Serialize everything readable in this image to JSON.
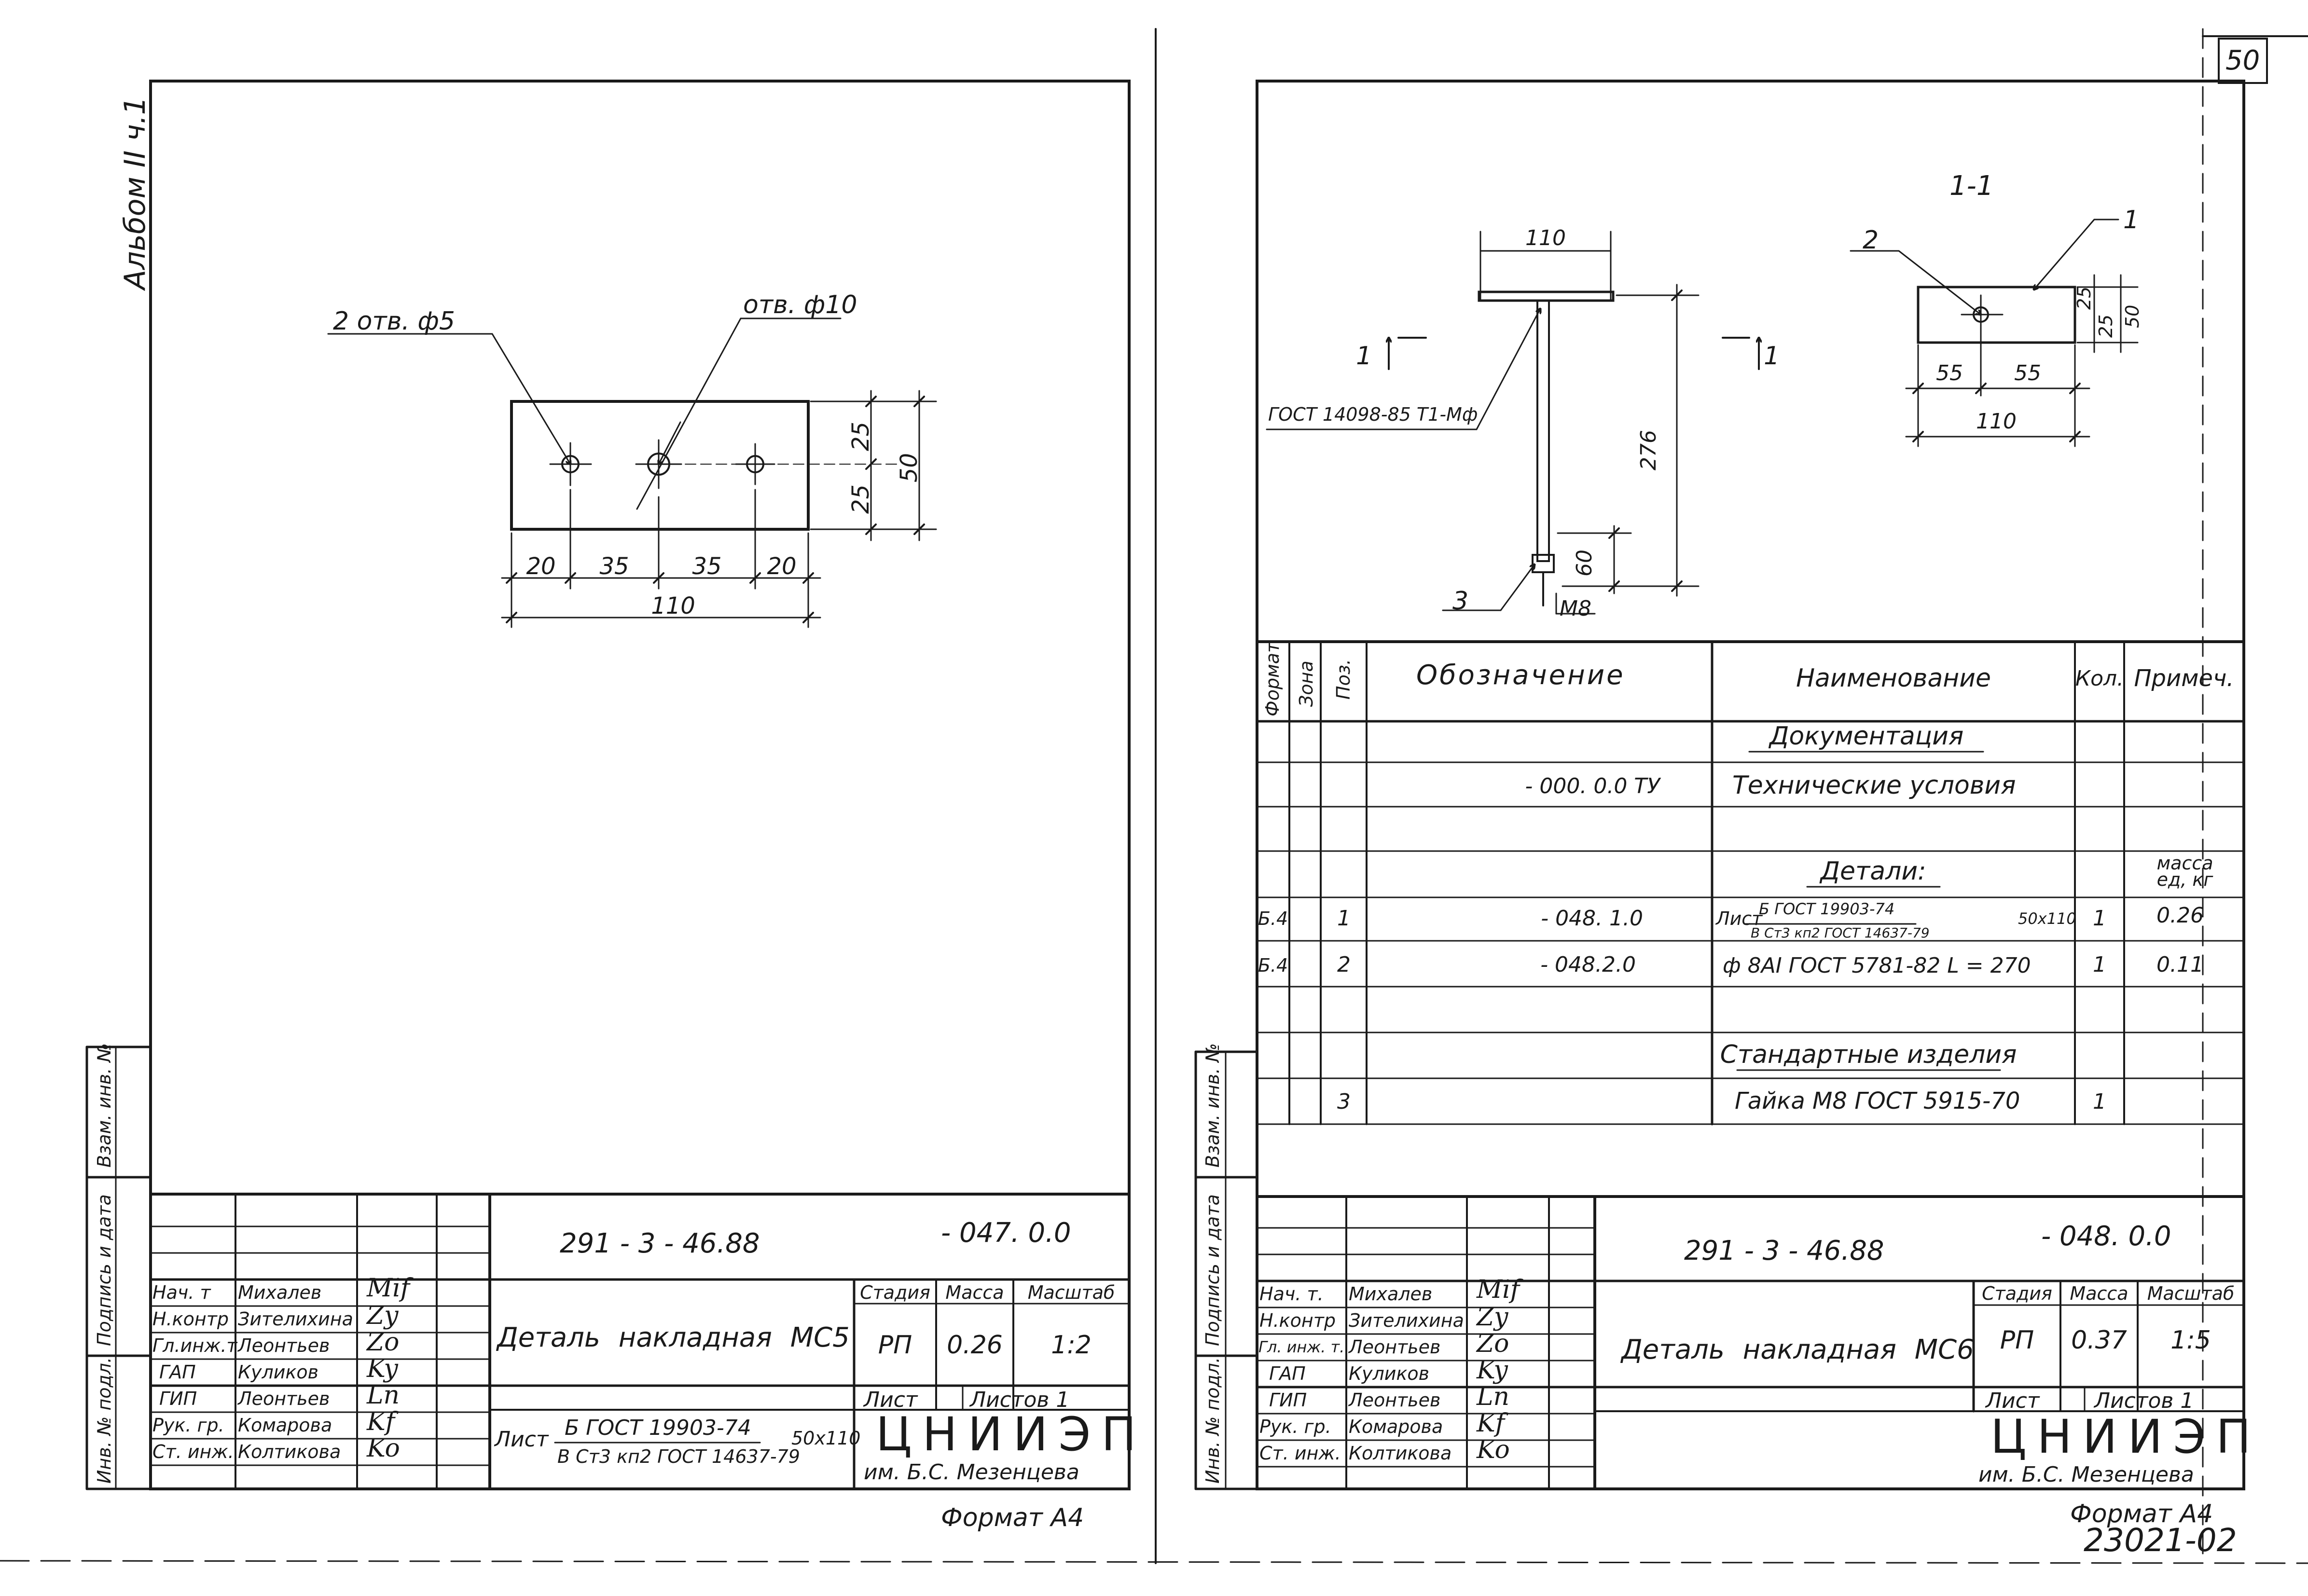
{
  "page_number": "50",
  "album_label": "Альбом II ч.1",
  "archive_number": "23021-02",
  "side_labels": {
    "left": [
      "Инв. № подл.",
      "Подпись и дата",
      "Взам. инв. №"
    ],
    "right": [
      "Инв. № подл.",
      "Подпись и дата",
      "Взам. инв. №"
    ]
  },
  "left_sheet": {
    "drawing": {
      "callout_holes": "2 отв. ф5",
      "callout_hole": "отв. ф10",
      "dims_bottom": [
        "20",
        "35",
        "35",
        "20"
      ],
      "dim_total": "110",
      "dims_right": [
        "25",
        "25"
      ],
      "dim_height": "50"
    },
    "title_block": {
      "code": "291 - 3 - 46.88",
      "suffix": "- 047. 0.0",
      "name": "Деталь накладная МС5",
      "stage_label": "Стадия",
      "mass_label": "Масса",
      "scale_label": "Масштаб",
      "stage": "РП",
      "mass": "0.26",
      "scale": "1:2",
      "sheet_label": "Лист",
      "sheets_label": "Листов 1",
      "material_prefix": "Лист",
      "material_top": "Б ГОСТ 19903-74",
      "material_bottom": "В Ст3 кп2 ГОСТ 14637-79",
      "material_size": "50х110",
      "org": "ЦНИИЭП",
      "org_sub": "им. Б.С. Мезенцева",
      "format": "Формат А4",
      "people": [
        {
          "role": "Нач. т",
          "name": "Михалев",
          "sign": "Mif"
        },
        {
          "role": "Н.контр",
          "name": "Зителихина",
          "sign": "Zy"
        },
        {
          "role": "Гл.инж.т",
          "name": "Леонтьев",
          "sign": "Zo"
        },
        {
          "role": "ГАП",
          "name": "Куликов",
          "sign": "Ky"
        },
        {
          "role": "ГИП",
          "name": "Леонтьев",
          "sign": "Ln"
        },
        {
          "role": "Рук. гр.",
          "name": "Комарова",
          "sign": "Kf"
        },
        {
          "role": "Ст. инж.",
          "name": "Колтикова",
          "sign": "Ko"
        }
      ]
    }
  },
  "right_sheet": {
    "drawing": {
      "section_title": "1-1",
      "section_mark": "1",
      "gost_label": "ГОСТ 14098-85 Т1-Мф",
      "pos1": "1",
      "pos2": "2",
      "pos3": "3",
      "dim_top": "110",
      "dim_length": "276",
      "dim_thread": "60",
      "thread_label": "М8",
      "sec_dims_bottom": [
        "55",
        "55"
      ],
      "sec_dim_total": "110",
      "sec_dims_right": [
        "25",
        "25"
      ],
      "sec_dim_height": "50"
    },
    "spec": {
      "headers": {
        "format": "Формат",
        "zone": "Зона",
        "pos": "Поз.",
        "designation": "Обозначение",
        "name": "Наименование",
        "qty": "Кол.",
        "note": "Примеч."
      },
      "rows": [
        {
          "format": "",
          "zone": "",
          "pos": "",
          "designation": "",
          "name": "Документация",
          "qty": "",
          "note": "",
          "type": "section"
        },
        {
          "format": "",
          "zone": "",
          "pos": "",
          "designation": "- 000. 0.0 ТУ",
          "name": "Технические условия",
          "qty": "",
          "note": "",
          "type": "item"
        },
        {
          "format": "",
          "zone": "",
          "pos": "",
          "designation": "",
          "name": "",
          "qty": "",
          "note": "",
          "type": "blank"
        },
        {
          "format": "",
          "zone": "",
          "pos": "",
          "designation": "",
          "name": "Детали:",
          "qty": "",
          "note": "масса ед, кг",
          "type": "section"
        },
        {
          "format": "Б.4",
          "zone": "",
          "pos": "1",
          "designation": "- 048. 1.0",
          "name": "",
          "qty": "1",
          "note": "0.26",
          "type": "material",
          "mat_prefix": "Лист",
          "mat_top": "Б ГОСТ 19903-74",
          "mat_bottom": "В Ст3 кп2 ГОСТ 14637-79",
          "mat_size": "50х110"
        },
        {
          "format": "Б.4",
          "zone": "",
          "pos": "2",
          "designation": "- 048.2.0",
          "name": "ф 8АI ГОСТ 5781-82  L = 270",
          "qty": "1",
          "note": "0.11",
          "type": "item"
        },
        {
          "format": "",
          "zone": "",
          "pos": "",
          "designation": "",
          "name": "",
          "qty": "",
          "note": "",
          "type": "blank"
        },
        {
          "format": "",
          "zone": "",
          "pos": "",
          "designation": "",
          "name": "Стандартные изделия",
          "qty": "",
          "note": "",
          "type": "section"
        },
        {
          "format": "",
          "zone": "",
          "pos": "3",
          "designation": "",
          "name": "Гайка М8  ГОСТ 5915-70",
          "qty": "1",
          "note": "",
          "type": "item"
        }
      ]
    },
    "title_block": {
      "code": "291 - 3 - 46.88",
      "suffix": "- 048. 0.0",
      "name": "Деталь накладная МС6",
      "stage_label": "Стадия",
      "mass_label": "Масса",
      "scale_label": "Масштаб",
      "stage": "РП",
      "mass": "0.37",
      "scale": "1:5",
      "sheet_label": "Лист",
      "sheets_label": "Листов 1",
      "org": "ЦНИИЭП",
      "org_sub": "им. Б.С. Мезенцева",
      "format": "Формат А4",
      "people": [
        {
          "role": "Нач. т.",
          "name": "Михалев",
          "sign": "Mif"
        },
        {
          "role": "Н.контр",
          "name": "Зителихина",
          "sign": "Zy"
        },
        {
          "role": "Гл. инж. т.",
          "name": "Леонтьев",
          "sign": "Zo"
        },
        {
          "role": "ГАП",
          "name": "Куликов",
          "sign": "Ky"
        },
        {
          "role": "ГИП",
          "name": "Леонтьев",
          "sign": "Ln"
        },
        {
          "role": "Рук. гр.",
          "name": "Комарова",
          "sign": "Kf"
        },
        {
          "role": "Ст. инж.",
          "name": "Колтикова",
          "sign": "Ko"
        }
      ]
    }
  }
}
